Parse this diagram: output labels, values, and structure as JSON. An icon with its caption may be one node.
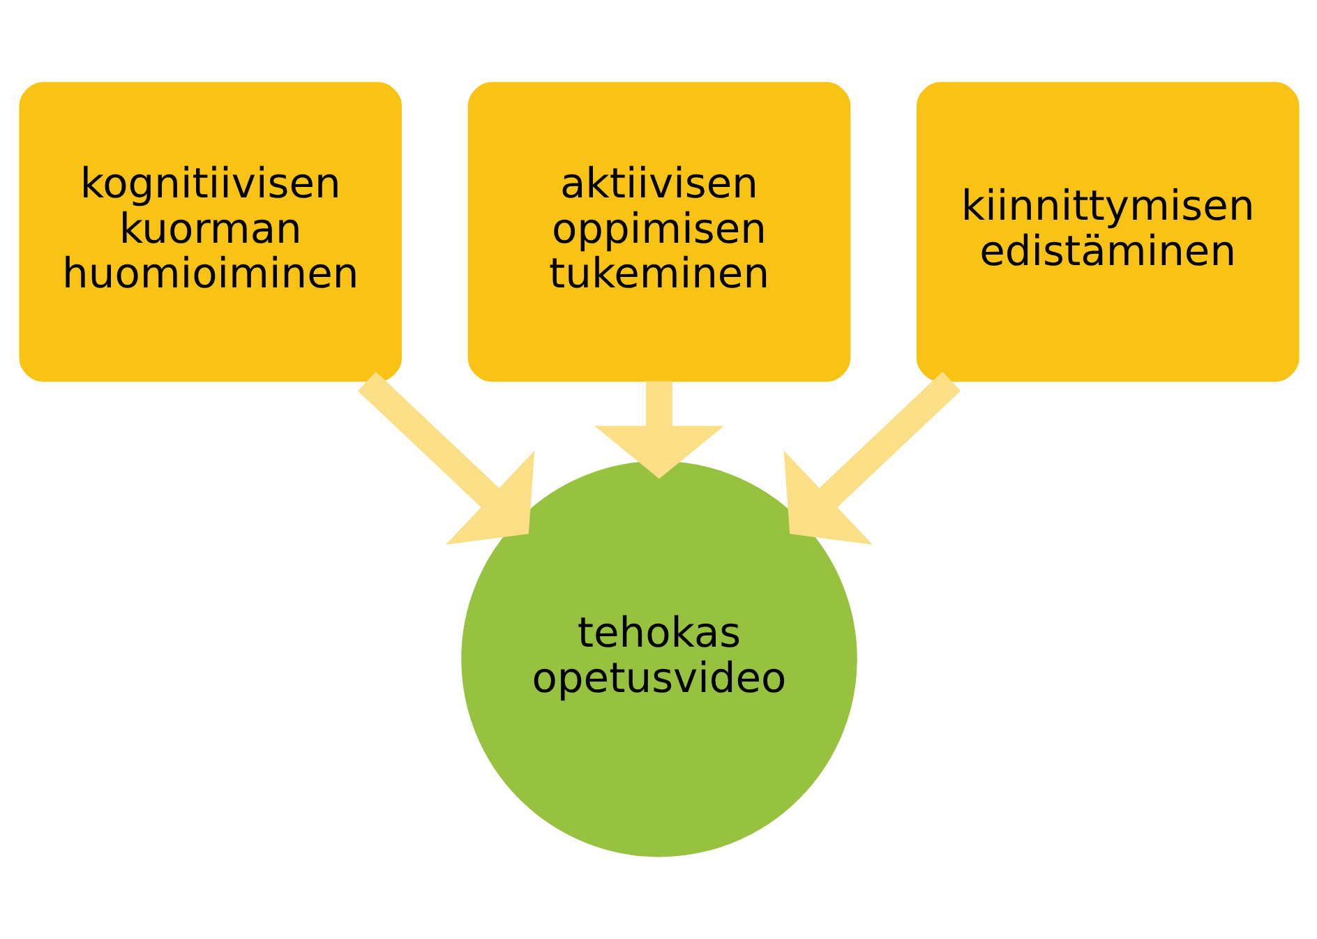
{
  "diagram": {
    "nodes": [
      {
        "text": [
          "kognitiivisen kuorman huomioiminen"
        ]
      },
      {
        "text": [
          "aktiivisen oppimisen tukeminen"
        ]
      },
      {
        "text": [
          "kiinnittymisen edistäminen"
        ]
      },
      {
        "text": [
          "tehokas opetusvideo"
        ]
      }
    ],
    "edges": [
      {
        "from": 0,
        "to": 3,
        "arrow": "to"
      },
      {
        "from": 1,
        "to": 3,
        "arrow": "to"
      },
      {
        "from": 2,
        "to": 3,
        "arrow": "to"
      }
    ]
  }
}
